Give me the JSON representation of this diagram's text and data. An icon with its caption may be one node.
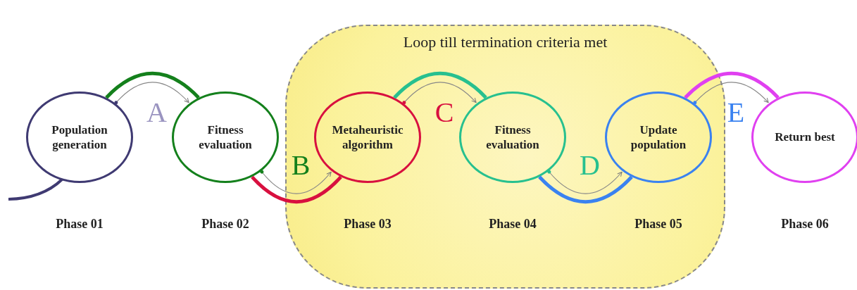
{
  "diagram": {
    "nodes": [
      {
        "text": [
          "Loop till termination criteria met"
        ]
      },
      {
        "text": [
          "Population generation"
        ],
        "beside": [
          "Phase 01"
        ]
      },
      {
        "text": [
          "Fitness evaluation"
        ],
        "beside": [
          "Phase 02"
        ]
      },
      {
        "text": [
          "Metaheuristic algorithm"
        ],
        "in": 0,
        "beside": [
          "Phase 03"
        ]
      },
      {
        "text": [
          "Fitness evaluation"
        ],
        "in": 0,
        "beside": [
          "Phase 04"
        ]
      },
      {
        "text": [
          "Update population"
        ],
        "in": 0,
        "beside": [
          "Phase 05"
        ]
      },
      {
        "text": [
          "Return best"
        ],
        "beside": [
          "Phase 06"
        ]
      }
    ],
    "edges": [
      {
        "from": 1,
        "to": 2,
        "arrow": "to",
        "label": "A"
      },
      {
        "from": 2,
        "to": 3,
        "arrow": "to",
        "label": "B"
      },
      {
        "from": 3,
        "to": 4,
        "arrow": "to",
        "label": "C"
      },
      {
        "from": 4,
        "to": 5,
        "arrow": "to",
        "label": "D"
      },
      {
        "from": 5,
        "to": 6,
        "arrow": "to",
        "label": "E"
      },
      {
        "from": 1,
        "to": 2,
        "arrow": "none",
        "style": "thick",
        "color": "#14801c"
      },
      {
        "from": 2,
        "to": 3,
        "arrow": "none",
        "style": "thick",
        "color": "#d8103f"
      },
      {
        "from": 3,
        "to": 4,
        "arrow": "none",
        "style": "thick",
        "color": "#27c08f"
      },
      {
        "from": 4,
        "to": 5,
        "arrow": "none",
        "style": "thick",
        "color": "#3a82f0"
      },
      {
        "from": 5,
        "to": 6,
        "arrow": "none",
        "style": "thick",
        "color": "#e040f0"
      }
    ]
  }
}
